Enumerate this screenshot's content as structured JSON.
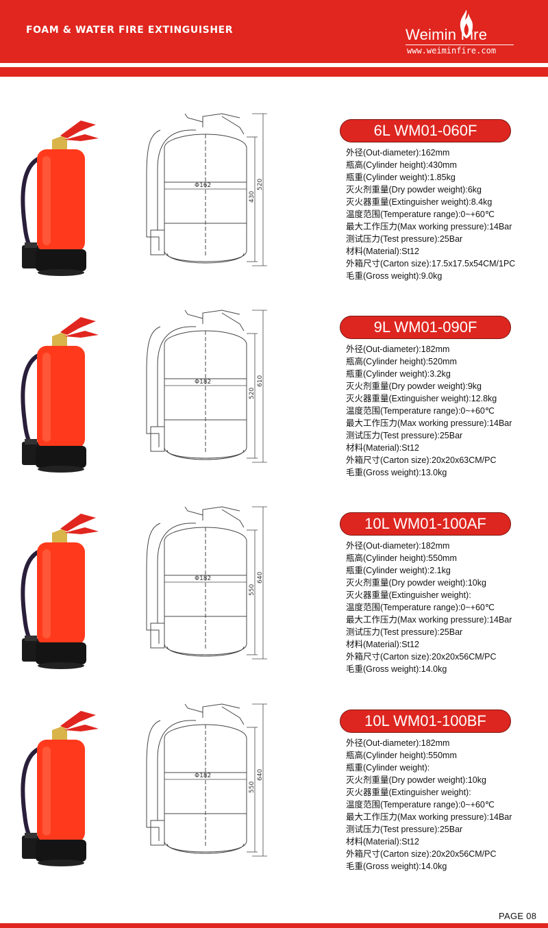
{
  "header": {
    "title": "FOAM & WATER FIRE EXTINGUISHER",
    "logo_name": "Weimin Fire",
    "logo_url": "www.weiminfire.com",
    "brand_color": "#e0261f"
  },
  "products": [
    {
      "model": "6L  WM01-060F",
      "dims": {
        "diameter": "Φ162",
        "cylinder": "430",
        "total": "520"
      },
      "specs": [
        "外径(Out-diameter):162mm",
        "瓶高(Cylinder height):430mm",
        "瓶重(Cylinder weight):1.85kg",
        "灭火剂重量(Dry powder weight):6kg",
        "灭火器重量(Extinguisher weight):8.4kg",
        "温度范围(Temperature range):0~+60℃",
        "最大工作压力(Max working pressure):14Bar",
        "测试压力(Test pressure):25Bar",
        "材料(Material):St12",
        "外箱尺寸(Carton size):17.5x17.5x54CM/1PC",
        "毛重(Gross weight):9.0kg"
      ]
    },
    {
      "model": "9L  WM01-090F",
      "dims": {
        "diameter": "Φ182",
        "cylinder": "520",
        "total": "610"
      },
      "specs": [
        "外径(Out-diameter):182mm",
        "瓶高(Cylinder height):520mm",
        "瓶重(Cylinder weight):3.2kg",
        "灭火剂重量(Dry powder weight):9kg",
        "灭火器重量(Extinguisher weight):12.8kg",
        "温度范围(Temperature range):0~+60℃",
        "最大工作压力(Max working pressure):14Bar",
        "测试压力(Test pressure):25Bar",
        "材料(Material):St12",
        "外箱尺寸(Carton size):20x20x63CM/PC",
        "毛重(Gross weight):13.0kg"
      ]
    },
    {
      "model": "10L  WM01-100AF",
      "dims": {
        "diameter": "Φ182",
        "cylinder": "550",
        "total": "640"
      },
      "specs": [
        "外径(Out-diameter):182mm",
        "瓶高(Cylinder height):550mm",
        "瓶重(Cylinder weight):2.1kg",
        "灭火剂重量(Dry powder weight):10kg",
        "灭火器重量(Extinguisher weight):",
        "温度范围(Temperature range):0~+60℃",
        "最大工作压力(Max working pressure):14Bar",
        "测试压力(Test pressure):25Bar",
        "材料(Material):St12",
        "外箱尺寸(Carton size):20x20x56CM/PC",
        "毛重(Gross weight):14.0kg"
      ]
    },
    {
      "model": "10L  WM01-100BF",
      "dims": {
        "diameter": "Φ182",
        "cylinder": "550",
        "total": "640"
      },
      "specs": [
        "外径(Out-diameter):182mm",
        "瓶高(Cylinder height):550mm",
        "瓶重(Cylinder weight):",
        "灭火剂重量(Dry powder weight):10kg",
        "灭火器重量(Extinguisher weight):",
        "温度范围(Temperature range):0~+60℃",
        "最大工作压力(Max working pressure):14Bar",
        "测试压力(Test pressure):25Bar",
        "材料(Material):St12",
        "外箱尺寸(Carton size):20x20x56CM/PC",
        "毛重(Gross weight):14.0kg"
      ]
    }
  ],
  "footer": {
    "page": "PAGE 08"
  }
}
